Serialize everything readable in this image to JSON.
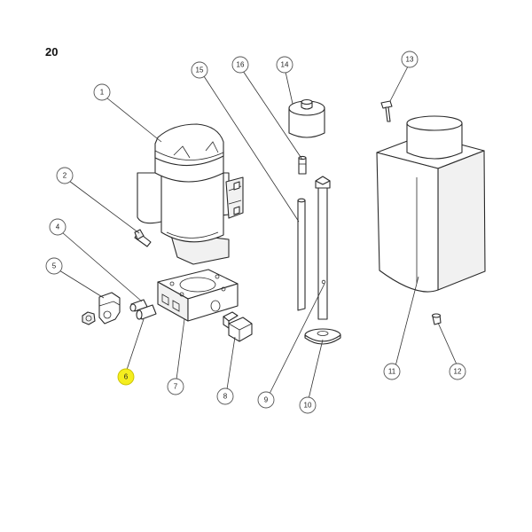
{
  "page_number": "20",
  "highlight_color": "#f5ee1e",
  "callouts": [
    {
      "label": "1"
    },
    {
      "label": "2"
    },
    {
      "label": "4"
    },
    {
      "label": "5"
    },
    {
      "label": "6",
      "highlighted": true
    },
    {
      "label": "7"
    },
    {
      "label": "8"
    },
    {
      "label": "9"
    },
    {
      "label": "10"
    },
    {
      "label": "11"
    },
    {
      "label": "12"
    },
    {
      "label": "13"
    },
    {
      "label": "14"
    },
    {
      "label": "15"
    },
    {
      "label": "16"
    }
  ]
}
